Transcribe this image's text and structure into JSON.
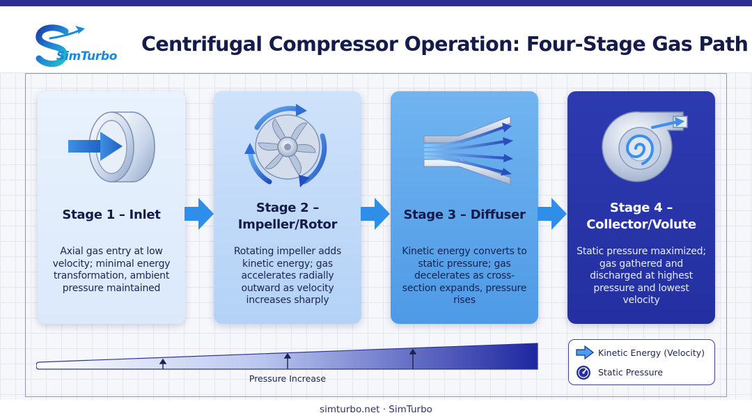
{
  "brand": {
    "logo_text": "SimTurbo"
  },
  "header": {
    "title": "Centrifugal Compressor Operation: Four-Stage Gas Path"
  },
  "stages": [
    {
      "title_line1": "Stage 1 – Inlet",
      "title_line2": "",
      "description": "Axial gas entry at low velocity; minimal energy transformation, ambient pressure maintained",
      "icon": "inlet-duct-icon"
    },
    {
      "title_line1": "Stage 2 –",
      "title_line2": "Impeller/Rotor",
      "description": "Rotating impeller adds kinetic energy; gas accelerates radially outward as velocity increases sharply",
      "icon": "impeller-icon"
    },
    {
      "title_line1": "Stage 3 – Diffuser",
      "title_line2": "",
      "description": "Kinetic energy converts to static pressure; gas decelerates as cross-section expands, pressure rises",
      "icon": "diffuser-icon"
    },
    {
      "title_line1": "Stage 4 –",
      "title_line2": "Collector/Volute",
      "description": "Static pressure maximized; gas gathered and discharged at highest pressure and lowest velocity",
      "icon": "volute-icon"
    }
  ],
  "pressure_bar": {
    "label": "Pressure Increase"
  },
  "legend": {
    "kinetic": "Kinetic Energy (Velocity)",
    "static": "Static Pressure"
  },
  "footer": {
    "text": "simturbo.net · SimTurbo"
  },
  "colors": {
    "navy": "#2b2f8f",
    "accent_blue": "#2f8fe8",
    "stage1": "#e4eefc",
    "stage2": "#c2daf8",
    "stage3": "#5fa6ec",
    "stage4": "#2934a8"
  }
}
